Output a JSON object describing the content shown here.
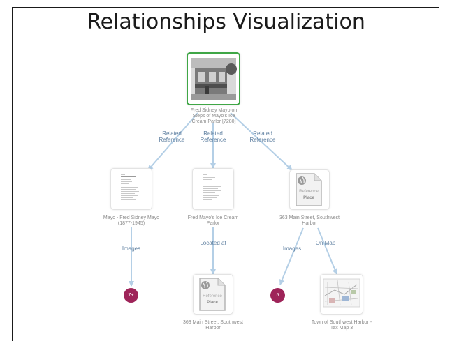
{
  "title": "Relationships Visualization",
  "colors": {
    "root_border": "#3fa646",
    "edge": "#b4cfe6",
    "edge_label": "#5e7fa0",
    "badge": "#9e2459",
    "caption": "#8b8b8b"
  },
  "nodes": {
    "root": {
      "caption": "Fred Sidney Mayo on Steps of Mayo's Ice Cream Parlor [7280]",
      "icon": "photo-thumbnail"
    },
    "mayo": {
      "caption": "Mayo - Fred Sidney Mayo (1877-1945)",
      "icon": "document-thumbnail"
    },
    "parlor": {
      "caption": "Fred Mayo's Ice Cream Parlor",
      "icon": "document-thumbnail"
    },
    "place1": {
      "caption": "363 Main Street, Southwest Harbor",
      "icon": "place-icon",
      "type_label": "Reference",
      "kind_label": "Place"
    },
    "place2": {
      "caption": "363 Main Street, Southwest Harbor",
      "icon": "place-icon",
      "type_label": "Reference",
      "kind_label": "Place"
    },
    "taxmap": {
      "caption": "Town of Southwest Harbor - Tax Map 3",
      "icon": "map-thumbnail"
    }
  },
  "badges": {
    "images_mayo": "7+",
    "images_place": "5"
  },
  "edge_labels": {
    "related1": "Related Reference",
    "related2": "Related Reference",
    "related3": "Related Reference",
    "images1": "Images",
    "located": "Located at",
    "images2": "Images",
    "onmap": "On Map"
  }
}
